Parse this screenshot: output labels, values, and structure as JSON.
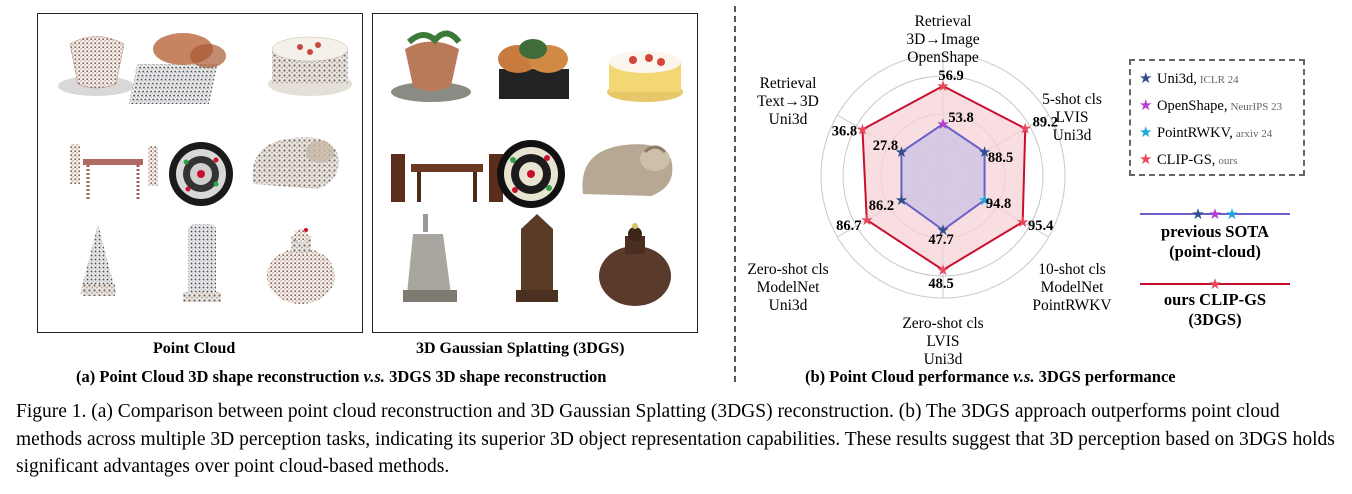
{
  "panel_a": {
    "point_cloud_label": "Point Cloud",
    "gaussian_label": "3D Gaussian Splatting (3DGS)",
    "caption_part1": "(a) Point Cloud 3D shape reconstruction ",
    "caption_vs": "v.s.",
    "caption_part2": " 3DGS 3D shape reconstruction"
  },
  "panel_b": {
    "caption_part1": "(b) Point Cloud performance ",
    "caption_vs": "v.s.",
    "caption_part2": " 3DGS performance"
  },
  "figure_caption": "Figure 1. (a) Comparison between point cloud reconstruction and 3D Gaussian Splatting (3DGS) reconstruction. (b) The 3DGS approach outperforms point cloud methods across multiple 3D perception tasks, indicating its superior 3D object representation capabilities. These results suggest that 3D perception based on 3DGS holds significant advantages over point cloud-based methods.",
  "legend": {
    "items": [
      {
        "name": "Uni3d,",
        "venue": "ICLR 24",
        "color": "#2f4f8f"
      },
      {
        "name": "OpenShape,",
        "venue": "NeurIPS 23",
        "color": "#b23fd0"
      },
      {
        "name": "PointRWKV,",
        "venue": "arxiv 24",
        "color": "#1fa6d8"
      },
      {
        "name": "CLIP-GS,",
        "venue": "ours",
        "color": "#e8485c"
      }
    ],
    "previous_sota_line1": "previous SOTA",
    "previous_sota_line2": "(point-cloud)",
    "ours_line1": "ours CLIP-GS",
    "ours_line2": "(3DGS)"
  },
  "chart_data": {
    "type": "radar",
    "axes": [
      {
        "label_lines": [
          "Retrieval",
          "3D→Image",
          "OpenShape"
        ],
        "previous": 53.8,
        "ours": 56.9,
        "prev_method": "OpenShape"
      },
      {
        "label_lines": [
          "5-shot cls",
          "LVIS",
          "Uni3d"
        ],
        "previous": 88.5,
        "ours": 89.2,
        "prev_method": "Uni3d"
      },
      {
        "label_lines": [
          "10-shot cls",
          "ModelNet",
          "PointRWKV"
        ],
        "previous": 94.8,
        "ours": 95.4,
        "prev_method": "PointRWKV"
      },
      {
        "label_lines": [
          "Zero-shot cls",
          "LVIS",
          "Uni3d"
        ],
        "previous": 47.7,
        "ours": 48.5,
        "prev_method": "Uni3d"
      },
      {
        "label_lines": [
          "Zero-shot cls",
          "ModelNet",
          "Uni3d"
        ],
        "previous": 86.2,
        "ours": 86.7,
        "prev_method": "Uni3d"
      },
      {
        "label_lines": [
          "Retrieval",
          "Text→3D",
          "Uni3d"
        ],
        "previous": 27.8,
        "ours": 36.8,
        "prev_method": "Uni3d"
      }
    ],
    "series": [
      {
        "name": "previous SOTA (point-cloud)",
        "color": "#6a5fc8",
        "fill": "#c9c2e6"
      },
      {
        "name": "ours CLIP-GS (3DGS)",
        "color": "#c8102e",
        "fill": "#f6d3d6"
      }
    ],
    "grid": true
  }
}
